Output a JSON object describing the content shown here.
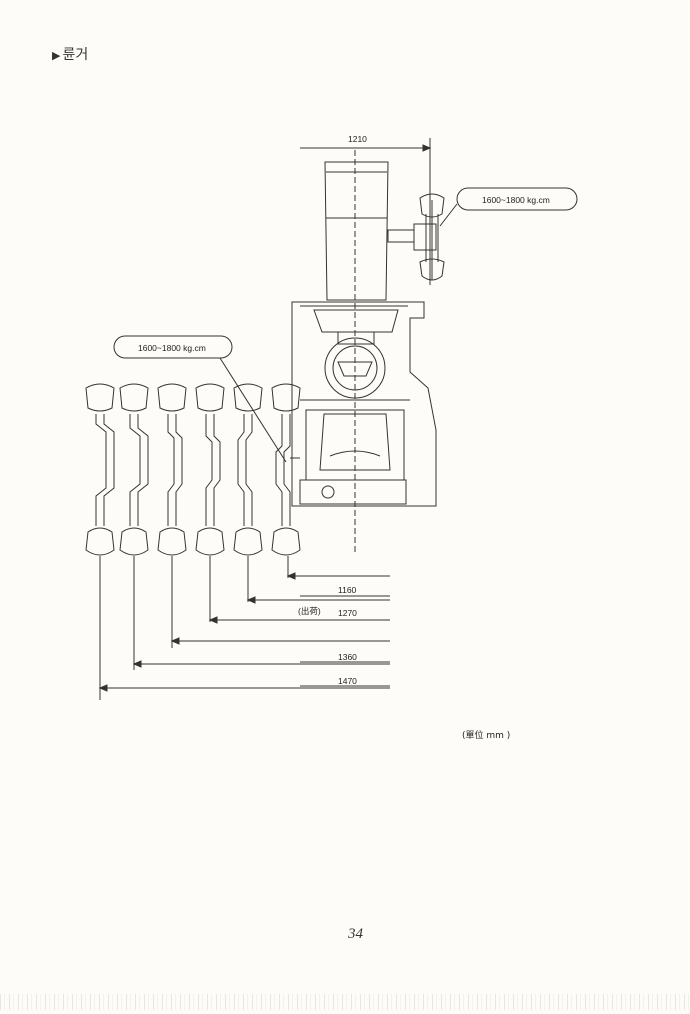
{
  "page": {
    "heading_marker": "▶",
    "heading": "륜거",
    "units_note": "(單位 mm )",
    "page_number": "34"
  },
  "diagram": {
    "top_dimension": "1210",
    "torque_upper": "1600~1800 kg.cm",
    "torque_left": "1600~1800 kg.cm",
    "dim_1160": "1160",
    "dim_1270_note": "(出荷)",
    "dim_1270": "1270",
    "dim_1360": "1360",
    "dim_1470": "1470"
  }
}
